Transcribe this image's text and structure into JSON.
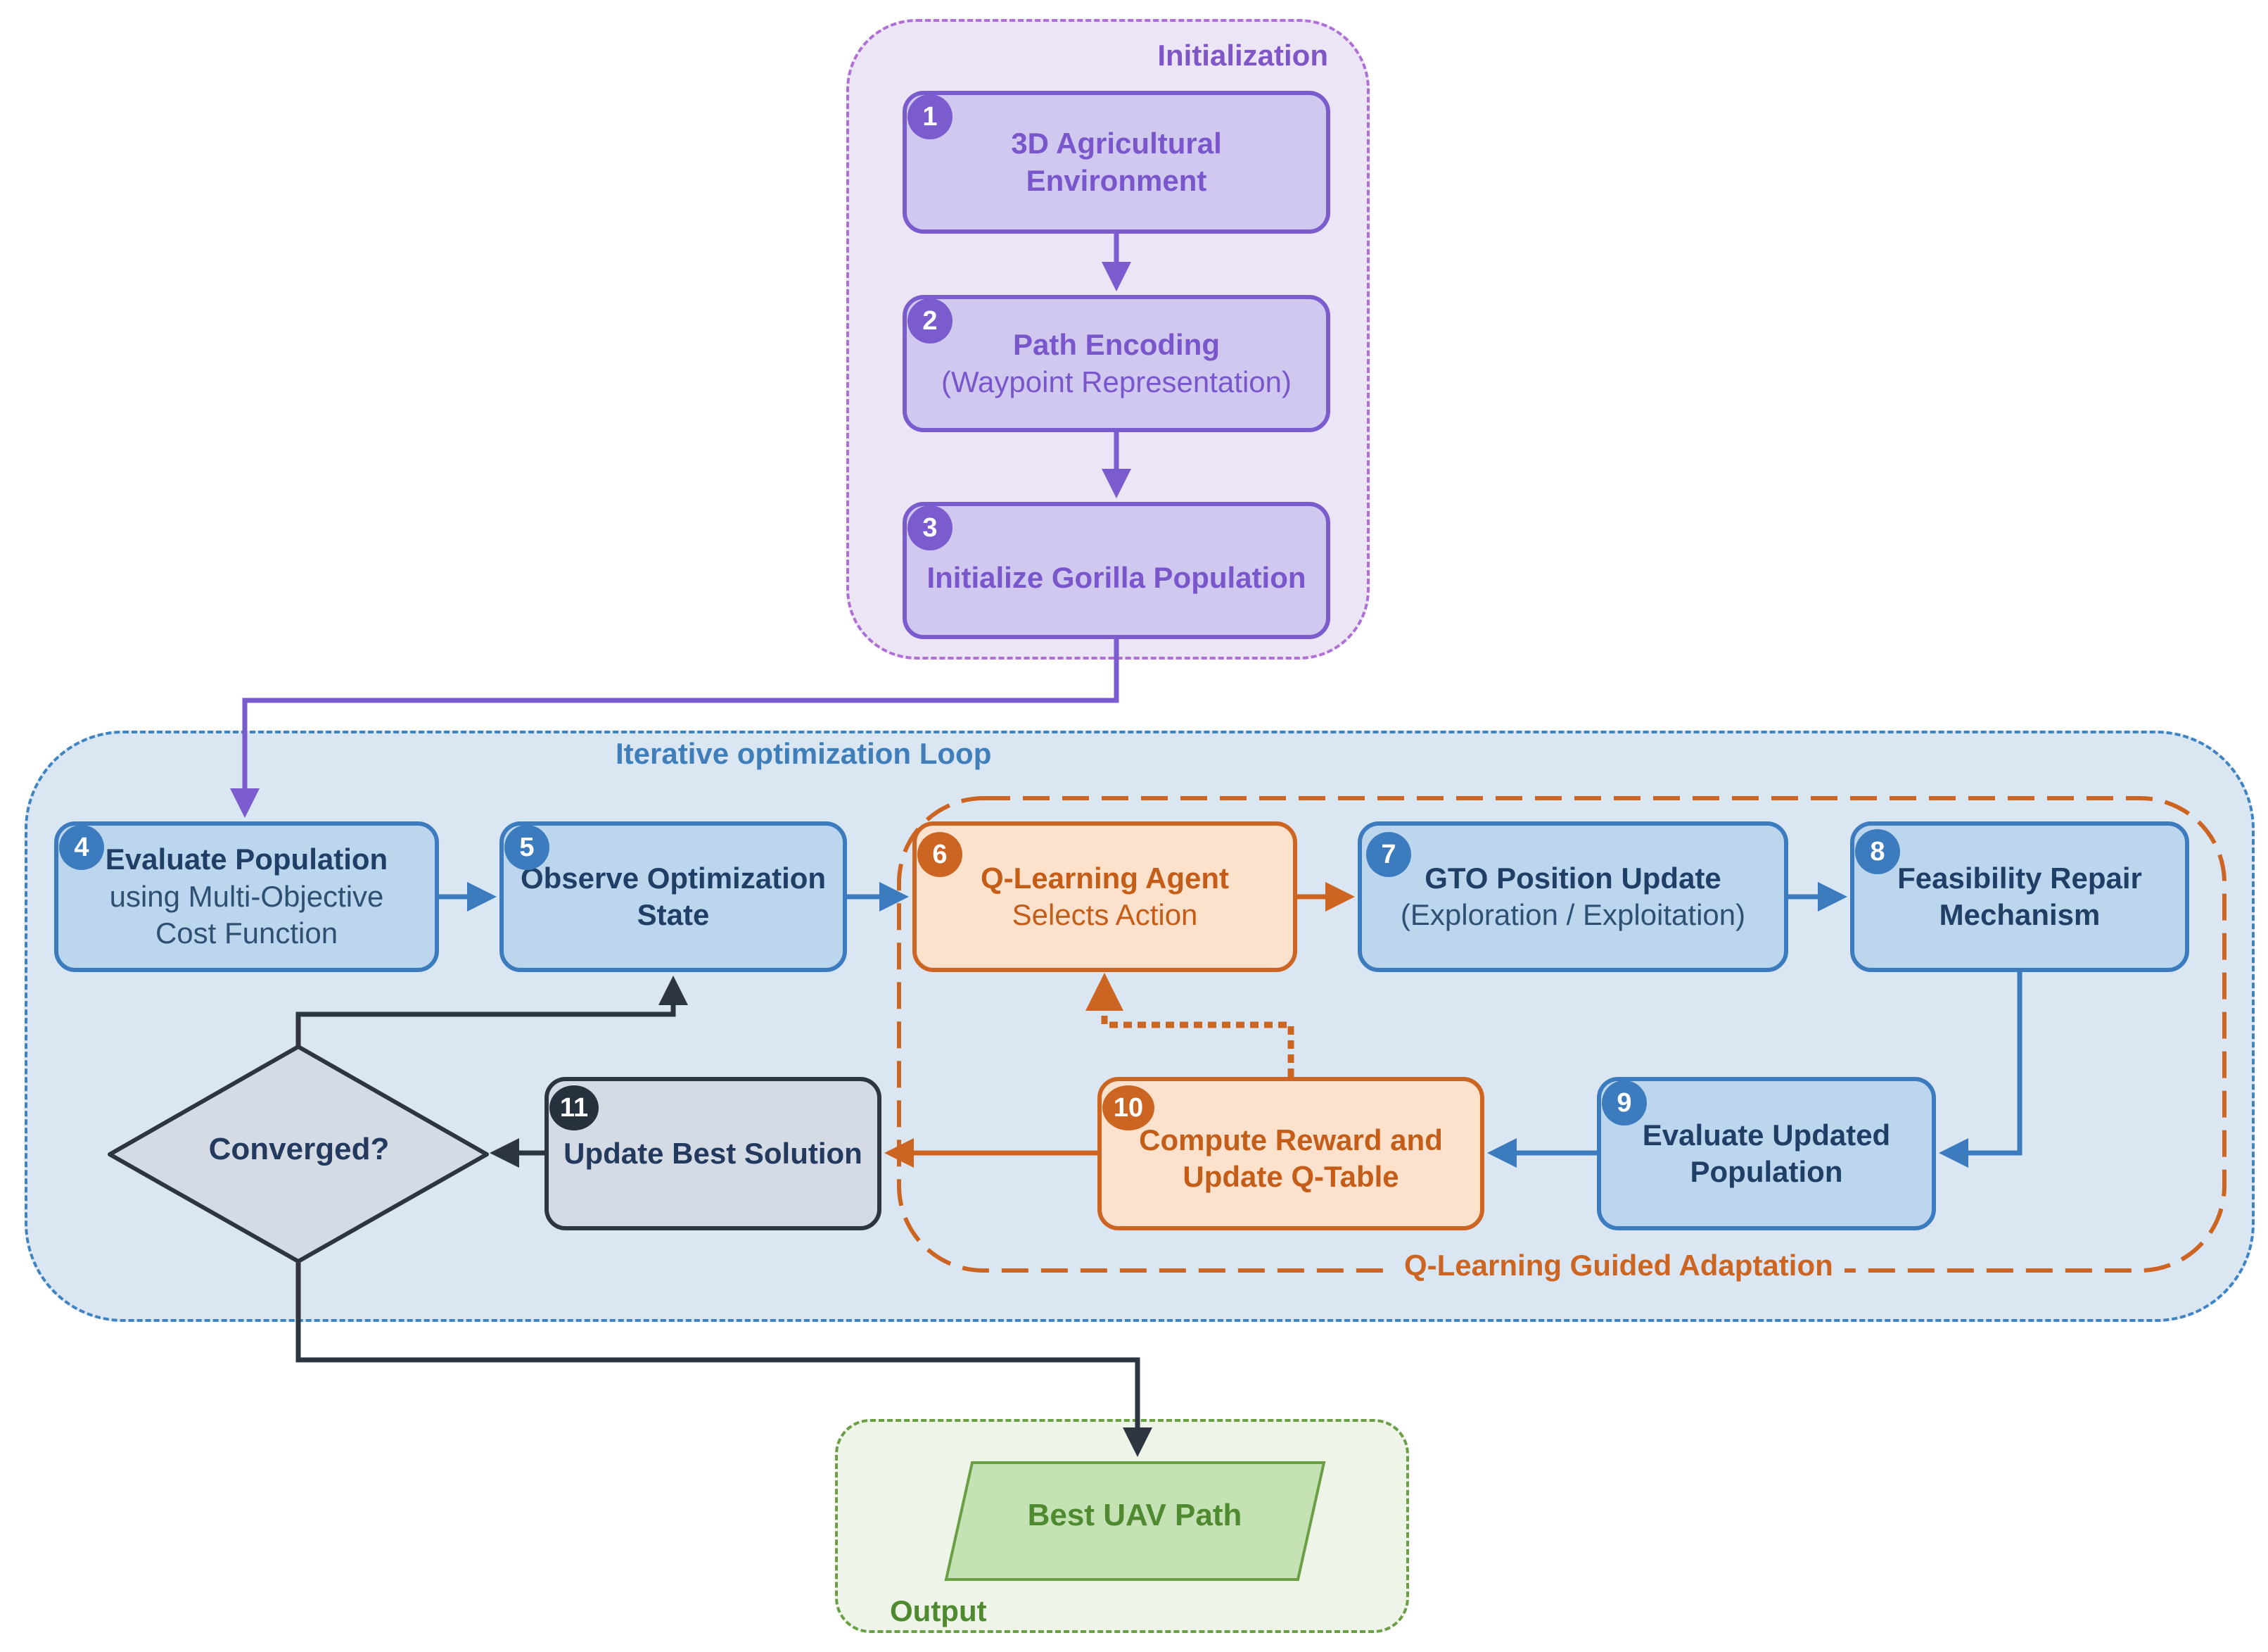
{
  "groups": {
    "initialization": "Initialization",
    "loop": "Iterative optimization Loop",
    "qlearning": "Q-Learning Guided Adaptation",
    "output": "Output"
  },
  "steps": [
    {
      "num": "1",
      "line1": "3D Agricultural",
      "line2": "Environment"
    },
    {
      "num": "2",
      "line1": "Path Encoding",
      "line2": "(Waypoint Representation)"
    },
    {
      "num": "3",
      "line1": "Initialize Gorilla Population",
      "line2": ""
    },
    {
      "num": "4",
      "line1": "Evaluate Population",
      "line2": "using Multi-Objective",
      "line3": "Cost Function"
    },
    {
      "num": "5",
      "line1": "Observe Optimization",
      "line2": "State"
    },
    {
      "num": "6",
      "line1": "Q-Learning Agent",
      "line2": "Selects Action"
    },
    {
      "num": "7",
      "line1": "GTO Position Update",
      "line2": "(Exploration / Exploitation)"
    },
    {
      "num": "8",
      "line1": "Feasibility Repair",
      "line2": "Mechanism"
    },
    {
      "num": "9",
      "line1": "Evaluate Updated",
      "line2": "Population"
    },
    {
      "num": "10",
      "line1": "Compute Reward and",
      "line2": "Update Q-Table"
    },
    {
      "num": "11",
      "line1": "Update Best Solution",
      "line2": ""
    }
  ],
  "decision": {
    "label": "Converged?"
  },
  "output": {
    "label": "Best UAV Path"
  },
  "colors": {
    "purple": "#7b5ccf",
    "blue": "#3c7cbe",
    "orange": "#cd6522",
    "dark": "#2d3541",
    "green": "#6a9f46"
  }
}
